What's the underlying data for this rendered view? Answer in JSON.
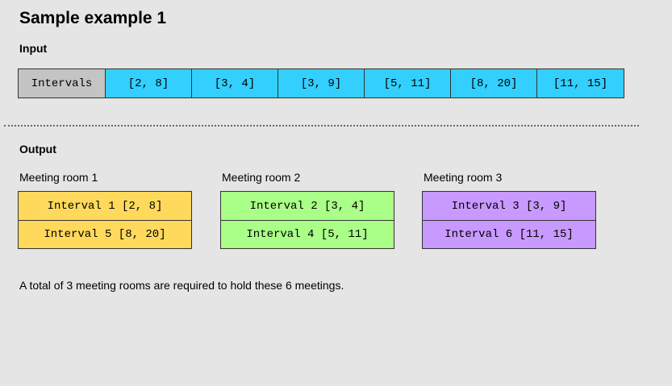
{
  "title": "Sample example 1",
  "input": {
    "label": "Input",
    "header": "Intervals",
    "intervals": [
      "[2, 8]",
      "[3, 4]",
      "[3, 9]",
      "[5, 11]",
      "[8, 20]",
      "[11, 15]"
    ]
  },
  "output": {
    "label": "Output",
    "rooms": [
      {
        "label": "Meeting room 1",
        "items": [
          "Interval 1 [2, 8]",
          "Interval 5 [8, 20]"
        ]
      },
      {
        "label": "Meeting room 2",
        "items": [
          "Interval 2 [3, 4]",
          "Interval 4 [5, 11]"
        ]
      },
      {
        "label": "Meeting room 3",
        "items": [
          "Interval 3 [3, 9]",
          "Interval 6 [11, 15]"
        ]
      }
    ]
  },
  "summary": "A total of 3 meeting rooms are required to hold these 6 meetings.",
  "colors": {
    "background": "#e5e5e5",
    "header_cell": "#c4c4c4",
    "interval_cell": "#33cfff",
    "room_1": "#ffd95c",
    "room_2": "#aaff88",
    "room_3": "#c899ff"
  }
}
